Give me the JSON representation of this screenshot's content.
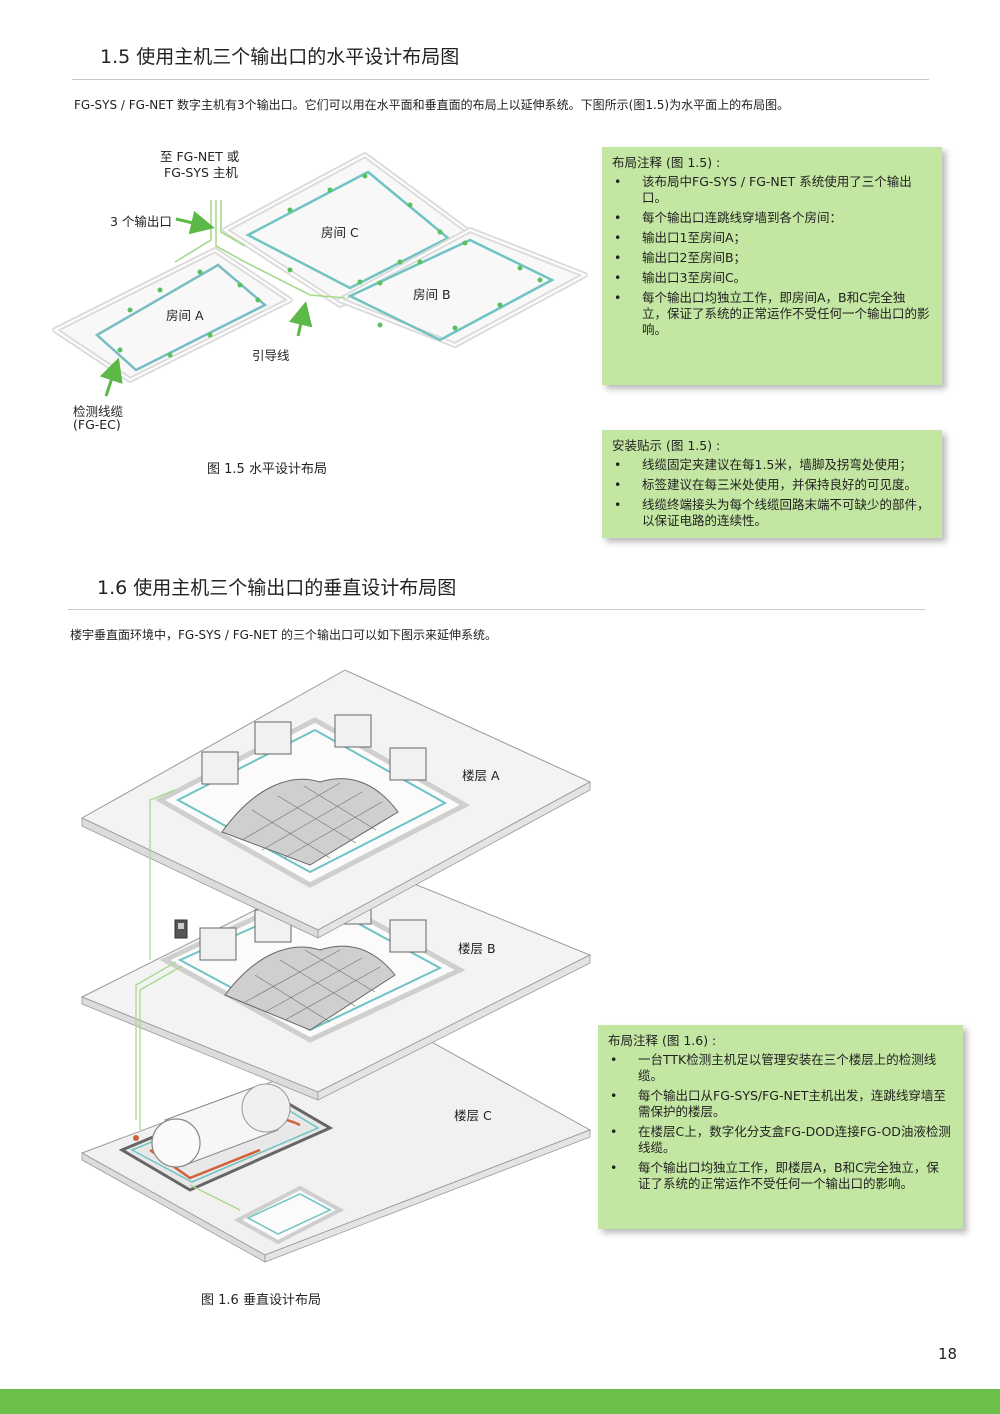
{
  "sec15": {
    "title": "1.5  使用主机三个输出口的水平设计布局图",
    "intro": "FG-SYS / FG-NET 数字主机有3个输出口。它们可以用在水平面和垂直面的布局上以延伸系统。下图所示(图1.5)为水平面上的布局图。",
    "labels": {
      "host_line1": "至 FG-NET 或",
      "host_line2": "FG-SYS 主机",
      "outputs": "3 个输出口",
      "room_a": "房间 A",
      "room_b": "房间 B",
      "room_c": "房间 C",
      "lead": "引导线",
      "cable_line1": "检测线缆",
      "cable_line2": "(FG-EC)"
    },
    "caption": "图 1.5 水平设计布局",
    "notes": {
      "title": "布局注释 (图 1.5) :",
      "items": [
        "该布局中FG-SYS / FG-NET 系统使用了三个输出口。",
        "每个输出口连跳线穿墙到各个房间：",
        "输出口1至房间A；",
        "输出口2至房间B；",
        "输出口3至房间C。",
        "每个输出口均独立工作，即房间A，B和C完全独立，保证了系统的正常运作不受任何一个输出口的影响。"
      ]
    },
    "tips": {
      "title": "安装贴示 (图 1.5) :",
      "items": [
        "线缆固定夹建议在每1.5米，墙脚及拐弯处使用；",
        "标签建议在每三米处使用，并保持良好的可见度。",
        "线缆终端接头为每个线缆回路末端不可缺少的部件，以保证电路的连续性。"
      ]
    }
  },
  "sec16": {
    "title": "1.6  使用主机三个输出口的垂直设计布局图",
    "intro": "楼宇垂直面环境中，FG-SYS / FG-NET 的三个输出口可以如下图示来延伸系统。",
    "labels": {
      "floor_a": "楼层 A",
      "floor_b": "楼层 B",
      "floor_c": "楼层 C"
    },
    "caption": "图 1.6 垂直设计布局",
    "notes": {
      "title": "布局注释 (图 1.6) :",
      "items": [
        "一台TTK检测主机足以管理安装在三个楼层上的检测线缆。",
        "每个输出口从FG-SYS/FG-NET主机出发，连跳线穿墙至需保护的楼层。",
        "在楼层C上，数字化分支盒FG-DOD连接FG-OD油液检测线缆。",
        "每个输出口均独立工作，即楼层A，B和C完全独立，保证了系统的正常运作不受任何一个输出口的影响。"
      ]
    }
  },
  "page_number": "18",
  "colors": {
    "note_bg": "#c3e6a2",
    "accent_green": "#6cc04a",
    "cable_teal": "#6fc3c3",
    "arrow_green": "#5cb847"
  }
}
